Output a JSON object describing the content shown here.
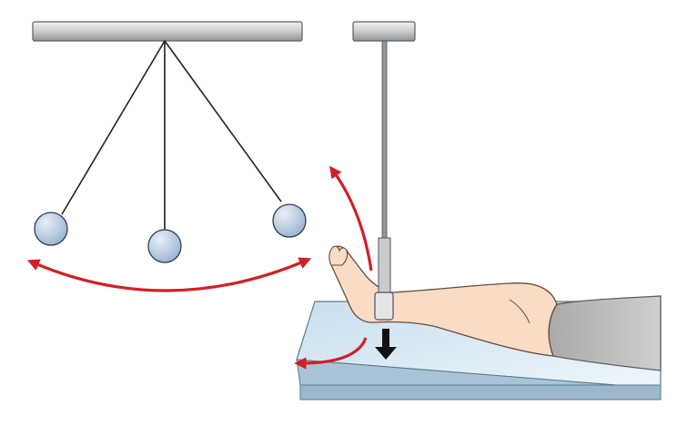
{
  "diagram": {
    "panels": [
      {
        "id": "pendulum",
        "elements": [
          "ceiling-bar",
          "pendulum-strings",
          "pendulum-bobs",
          "swing-arrow"
        ]
      },
      {
        "id": "leg-traction",
        "elements": [
          "ceiling-bar",
          "traction-rod",
          "ankle-cuff",
          "leg",
          "table",
          "foot-arc-arrows",
          "pull-down-arrow"
        ]
      }
    ],
    "pendulum_bob_count": 3
  },
  "colors": {
    "bar_fill": "#c8cccf",
    "bar_stroke": "#5a5f63",
    "bob": "#9fb7d4",
    "bob_highlight": "#e9f0f8",
    "arrow_red": "#d11f26",
    "arrow_black": "#111111",
    "skin": "#f9dcc6",
    "skin_stroke": "#6b4a3a",
    "pants": "#bfbfbf",
    "table_top": "#d7e8f2",
    "table_edge": "#a9c4d6",
    "cuff": "#e5e5e5"
  }
}
